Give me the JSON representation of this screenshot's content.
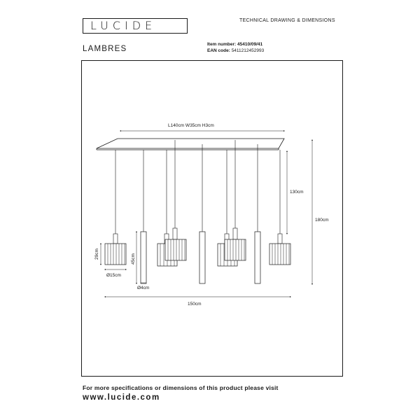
{
  "header": {
    "brand": "LUCIDE",
    "doc_type": "TECHNICAL DRAWING & DIMENSIONS",
    "product_name": "LAMBRES",
    "item_number_label": "Item number:",
    "item_number": "45410/09/41",
    "ean_label": "EAN code:",
    "ean": "5411212452993"
  },
  "dimensions": {
    "canopy": "L140cm  W35cm  H3cm",
    "cable": "130cm",
    "total_height": "180cm",
    "shade_height": "29cm",
    "shade_diameter": "Ø15cm",
    "tube_height": "45cm",
    "tube_diameter": "Ø4cm",
    "total_width": "150cm"
  },
  "footer": {
    "note": "For more specifications or dimensions of this product please visit",
    "url": "www.lucide.com"
  }
}
